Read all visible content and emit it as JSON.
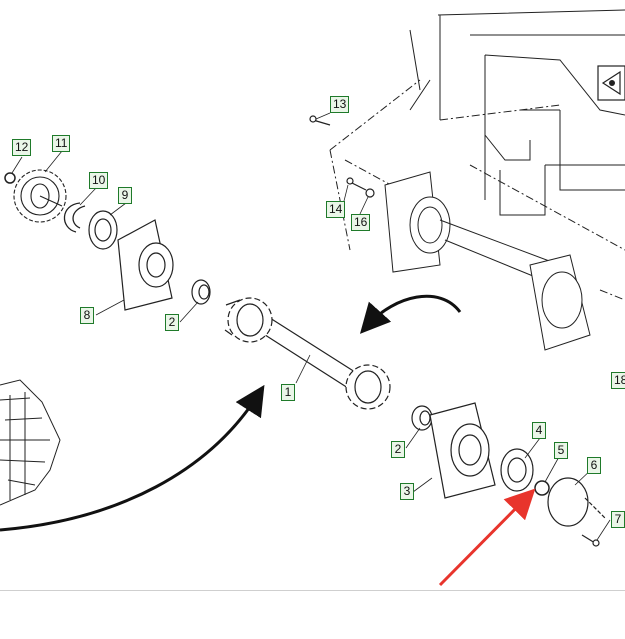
{
  "callouts": [
    {
      "id": "c1",
      "label": "1"
    },
    {
      "id": "c2a",
      "label": "2"
    },
    {
      "id": "c2b",
      "label": "2"
    },
    {
      "id": "c3",
      "label": "3"
    },
    {
      "id": "c4",
      "label": "4"
    },
    {
      "id": "c5",
      "label": "5"
    },
    {
      "id": "c6",
      "label": "6"
    },
    {
      "id": "c7",
      "label": "7"
    },
    {
      "id": "c8",
      "label": "8"
    },
    {
      "id": "c9",
      "label": "9"
    },
    {
      "id": "c10",
      "label": "10"
    },
    {
      "id": "c11",
      "label": "11"
    },
    {
      "id": "c12",
      "label": "12"
    },
    {
      "id": "c13",
      "label": "13"
    },
    {
      "id": "c14",
      "label": "14"
    },
    {
      "id": "c16",
      "label": "16"
    },
    {
      "id": "c18",
      "label": "18"
    }
  ],
  "colors": {
    "line": "#222222",
    "callout_border": "#1f7a2a",
    "callout_fill": "#eaf6e8",
    "highlight_arrow": "#e8342c"
  }
}
